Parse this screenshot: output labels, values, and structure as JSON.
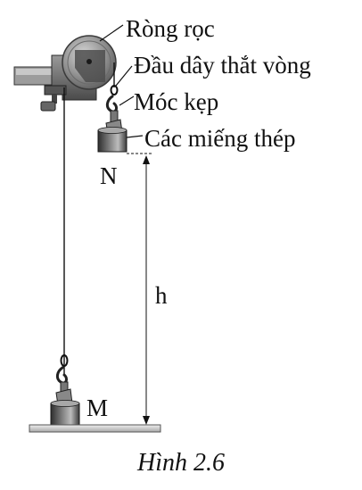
{
  "labels": {
    "pulley": "Ròng rọc",
    "loop_end": "Đầu dây thắt vòng",
    "clamp_hook": "Móc kẹp",
    "steel_pieces": "Các miếng thép",
    "point_n": "N",
    "point_m": "M",
    "height": "h"
  },
  "caption": "Hình 2.6",
  "colors": {
    "ink": "#111111",
    "metal_dark": "#3a3a3a",
    "metal_mid": "#6f6f6f",
    "metal_light": "#b5b5b5",
    "base": "#d9d9d9"
  }
}
